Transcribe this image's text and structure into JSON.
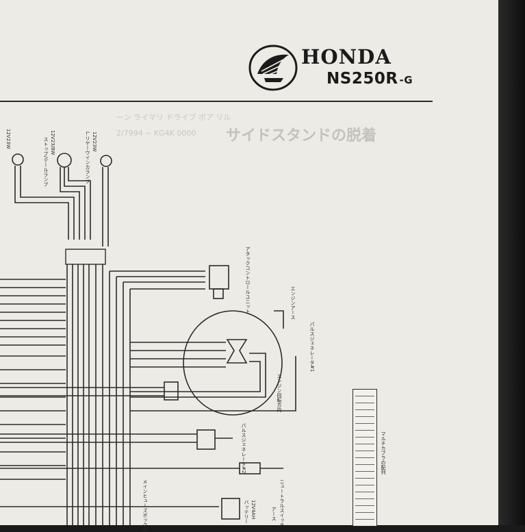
{
  "header": {
    "brand": "HONDA",
    "model": "NS250R",
    "model_suffix": "-G"
  },
  "labels": {
    "bulb_1_rating": "12V23W",
    "stop_tail_lamp": "ストップ/テールランプ",
    "stop_tail_rating": "12V23/8W",
    "rear_winker": "L.リヤーウインカランプ",
    "rear_winker_rating": "12V23W",
    "attack_control_unit": "アタックコントロールユニット",
    "engine_ground": "エンジンアース",
    "pulse_generator_1": "パルスジェネレータ#1",
    "engine_rotation": "エンジン回転方向",
    "pulse_generator_2": "パルスジェネレータ#2",
    "neutral_switch": "ニュートラルスイッチ",
    "main_fuse_box": "メインヒューズボックス",
    "battery": "バッテリー",
    "battery_rating": "12V4AH",
    "earth": "アース",
    "coupler_arrangement": "マルチカプラの配列"
  },
  "background_text": {
    "heading": "サイドスタンドの脱着",
    "line1": "ーン ライマリ ドライブ ボア リル",
    "line2": "2/7994 ~ KG4K 0000"
  },
  "colors": {
    "paper": "#ecebe6",
    "ink": "#1b1b1b",
    "wire": "#2a2a2a",
    "ghost": "#c4c2ba",
    "backdrop": "#1a1a1a"
  }
}
